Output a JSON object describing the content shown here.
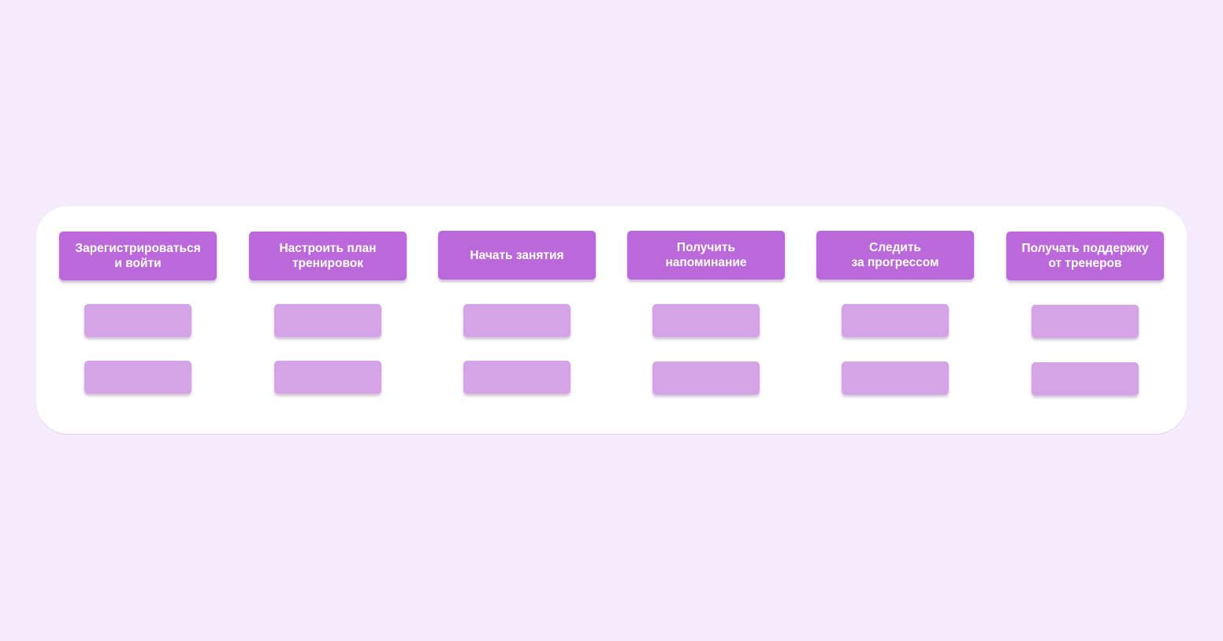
{
  "steps": [
    {
      "label": "Зарегистрироваться\nи войти"
    },
    {
      "label": "Настроить план\nтренировок"
    },
    {
      "label": "Начать занятия"
    },
    {
      "label": "Получить\nнапоминание"
    },
    {
      "label": "Следить\nза прогрессом"
    },
    {
      "label": "Получать поддержку\nот тренеров"
    }
  ],
  "colors": {
    "page_background": "#f4ebfd",
    "board_background": "#ffffff",
    "step_card": "#bb69da",
    "sub_card": "#d4a4e7",
    "step_text": "#ffffff"
  }
}
